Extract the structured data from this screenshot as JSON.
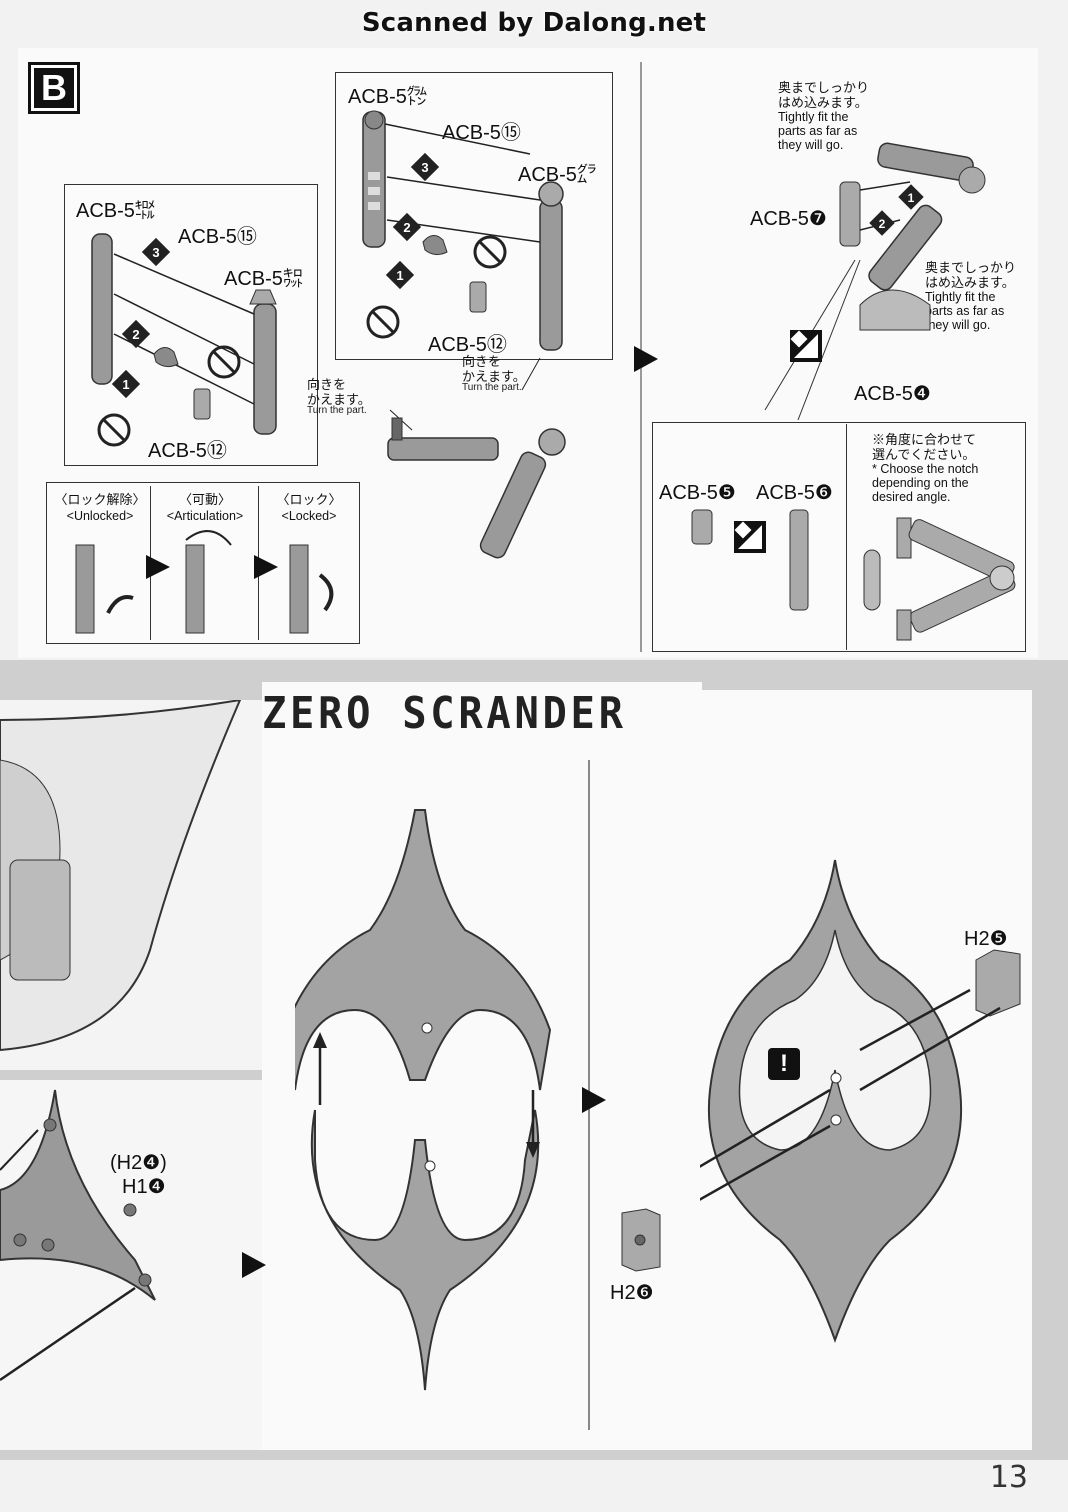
{
  "scan_credit": "Scanned by Dalong.net",
  "section_letter": "B",
  "parts": {
    "acb5_25": "ACB-5㌙",
    "acb5_18a": "ACB-5⑮",
    "acb5_24": "ACB-5㌘",
    "acb5_17a": "ACB-5⑫",
    "acb5_22": "ACB-5㌖",
    "acb5_18b": "ACB-5⑮",
    "acb5_23": "ACB-5㌗",
    "acb5_17b": "ACB-5⑫",
    "acb5_7": "ACB-5❼",
    "acb5_4": "ACB-5❹",
    "acb5_5": "ACB-5❺",
    "acb5_6": "ACB-5❻",
    "h2_5": "H2❺",
    "h2_6": "H2❻",
    "h2_4": "(H2❹)",
    "h1_4": "H1❹"
  },
  "turn_a_jp": "向きを\nかえます。",
  "turn_a_en": "Turn the part.",
  "turn_b_jp": "向きを\nかえます。",
  "turn_b_en": "Turn the part.",
  "tight_a_jp": "奥までしっかり\nはめ込みます。",
  "tight_a_en": "Tightly fit the\nparts as far as\nthey will go.",
  "tight_b_jp": "奥までしっかり\nはめ込みます。",
  "tight_b_en": "Tightly fit the\nparts as far as\nthey will go.",
  "notch_jp": "※角度に合わせて\n選んでください。",
  "notch_en": "* Choose the notch\ndepending on the\ndesired angle.",
  "lock_states": [
    {
      "jp": "〈ロック解除〉",
      "en": "<Unlocked>"
    },
    {
      "jp": "〈可動〉",
      "en": "<Articulation>"
    },
    {
      "jp": "〈ロック〉",
      "en": "<Locked>"
    }
  ],
  "zero_title": "ZERO SCRANDER",
  "page_number": "13"
}
